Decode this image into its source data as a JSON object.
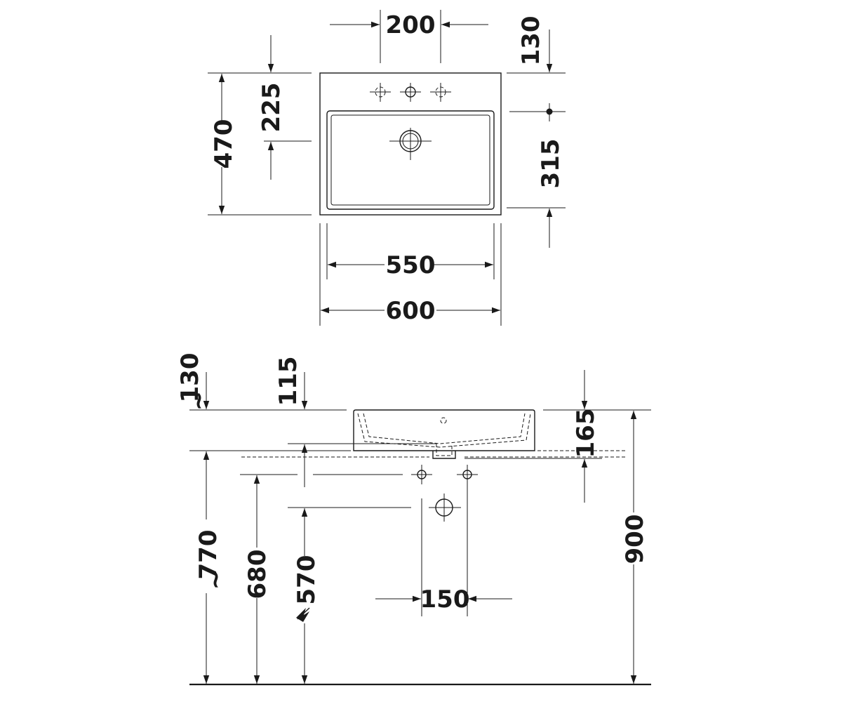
{
  "plan_view": {
    "dim_200": "200",
    "dim_130": "130",
    "dim_225": "225",
    "dim_470": "470",
    "dim_315": "315",
    "dim_550": "550",
    "dim_600": "600"
  },
  "side_view": {
    "dim_130": "130",
    "dim_130_prefix": "~",
    "dim_115": "115",
    "dim_165": "165",
    "dim_770": "770",
    "dim_770_prefix": "~",
    "dim_680": "680",
    "dim_570": "570",
    "dim_150": "150",
    "dim_900": "900"
  },
  "colors": {
    "ink": "#1a1a1a",
    "background": "#ffffff"
  }
}
